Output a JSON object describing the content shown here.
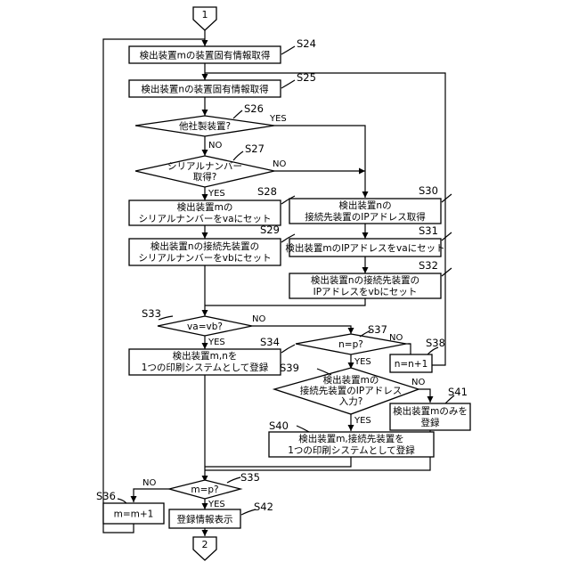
{
  "terminals": {
    "start": "1",
    "end": "2"
  },
  "yes": "YES",
  "no": "NO",
  "steps": {
    "s24": {
      "id": "S24",
      "text": [
        "検出装置mの装置固有情報取得"
      ]
    },
    "s25": {
      "id": "S25",
      "text": [
        "検出装置nの装置固有情報取得"
      ]
    },
    "s26": {
      "id": "S26",
      "text": [
        "他社製装置?"
      ]
    },
    "s27": {
      "id": "S27",
      "text": [
        "シリアルナンバー",
        "取得?"
      ]
    },
    "s28": {
      "id": "S28",
      "text": [
        "検出装置mの",
        "シリアルナンバーをvaにセット"
      ]
    },
    "s29": {
      "id": "S29",
      "text": [
        "検出装置nの接続先装置の",
        "シリアルナンバーをvbにセット"
      ]
    },
    "s30": {
      "id": "S30",
      "text": [
        "検出装置nの",
        "接続先装置のIPアドレス取得"
      ]
    },
    "s31": {
      "id": "S31",
      "text": [
        "検出装置mのIPアドレスをvaにセット"
      ]
    },
    "s32": {
      "id": "S32",
      "text": [
        "検出装置nの接続先装置の",
        "IPアドレスをvbにセット"
      ]
    },
    "s33": {
      "id": "S33",
      "text": [
        "va=vb?"
      ]
    },
    "s34": {
      "id": "S34",
      "text": [
        "検出装置m,nを",
        "1つの印刷システムとして登録"
      ]
    },
    "s35": {
      "id": "S35",
      "text": [
        "m=p?"
      ]
    },
    "s36": {
      "id": "S36",
      "text": [
        "m=m+1"
      ]
    },
    "s37": {
      "id": "S37",
      "text": [
        "n=p?"
      ]
    },
    "s38": {
      "id": "S38",
      "text": [
        "n=n+1"
      ]
    },
    "s39": {
      "id": "S39",
      "text": [
        "検出装置mの",
        "接続先装置のIPアドレス",
        "入力?"
      ]
    },
    "s40": {
      "id": "S40",
      "text": [
        "検出装置m,接続先装置を",
        "1つの印刷システムとして登録"
      ]
    },
    "s41": {
      "id": "S41",
      "text": [
        "検出装置mのみを",
        "登録"
      ]
    },
    "s42": {
      "id": "S42",
      "text": [
        "登録情報表示"
      ]
    }
  }
}
